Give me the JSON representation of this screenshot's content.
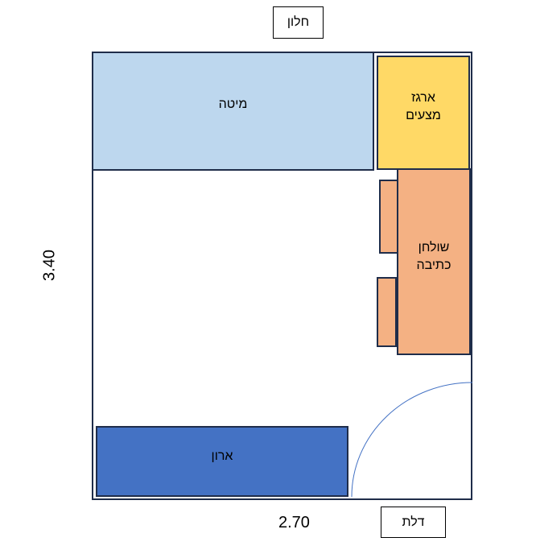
{
  "labels": {
    "window": "חלון",
    "door": "דלת",
    "bed": "מיטה",
    "drawers_line1": "ארגז",
    "drawers_line2": "מצעים",
    "desk_line1": "שולחן",
    "desk_line2": "כתיבה",
    "wardrobe": "ארון"
  },
  "dimensions": {
    "height": "3.40",
    "width": "2.70"
  },
  "colors": {
    "outline": "#1f2d4a",
    "bed": "#bdd7ee",
    "drawers": "#ffd966",
    "desk": "#f4b183",
    "chair": "#f4b183",
    "wardrobe": "#4472c4",
    "door_arc": "#4472c4"
  }
}
